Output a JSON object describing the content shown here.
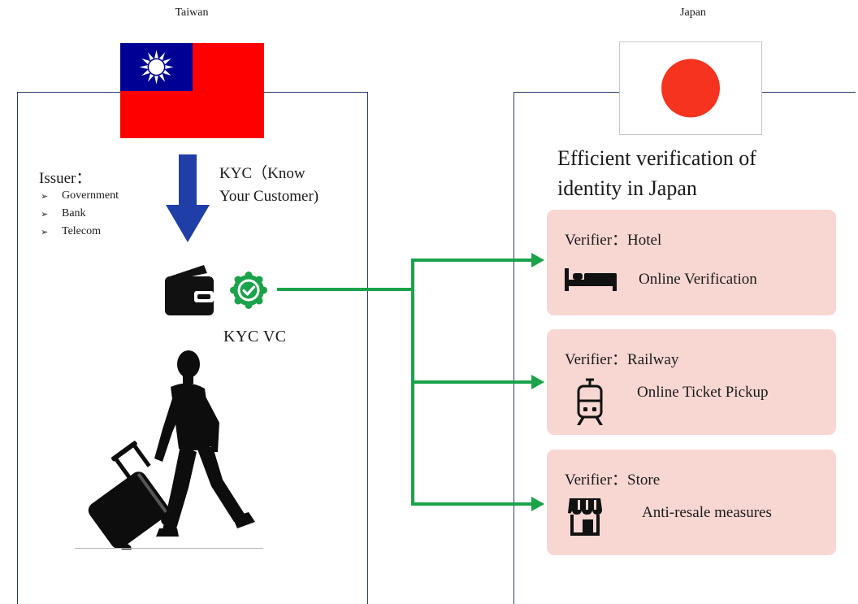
{
  "left_country": {
    "label": "Taiwan"
  },
  "right_country": {
    "label": "Japan"
  },
  "issuer": {
    "title": "Issuer：",
    "items": [
      "Government",
      "Bank",
      "Telecom"
    ]
  },
  "kyc": {
    "line1": "KYC（Know",
    "line2": "Your Customer)"
  },
  "vc_label": "KYC VC",
  "japan_heading": {
    "line1": "Efficient verification of",
    "line2": "identity in Japan"
  },
  "verifiers": [
    {
      "title": "Verifier：Hotel",
      "description": "Online Verification",
      "icon": "bed-icon"
    },
    {
      "title": "Verifier：Railway",
      "description": "Online Ticket Pickup",
      "icon": "train-icon"
    },
    {
      "title": "Verifier：Store",
      "description": "Anti-resale measures",
      "icon": "store-icon"
    }
  ],
  "colors": {
    "panel_border": "#2a3a6e",
    "arrow_blue": "#1f3ea8",
    "connector_green": "#1aa34a",
    "card_bg": "#f8d7d3",
    "taiwan_red": "#fe0000",
    "taiwan_blue": "#000095",
    "japan_red": "#f6331f"
  }
}
